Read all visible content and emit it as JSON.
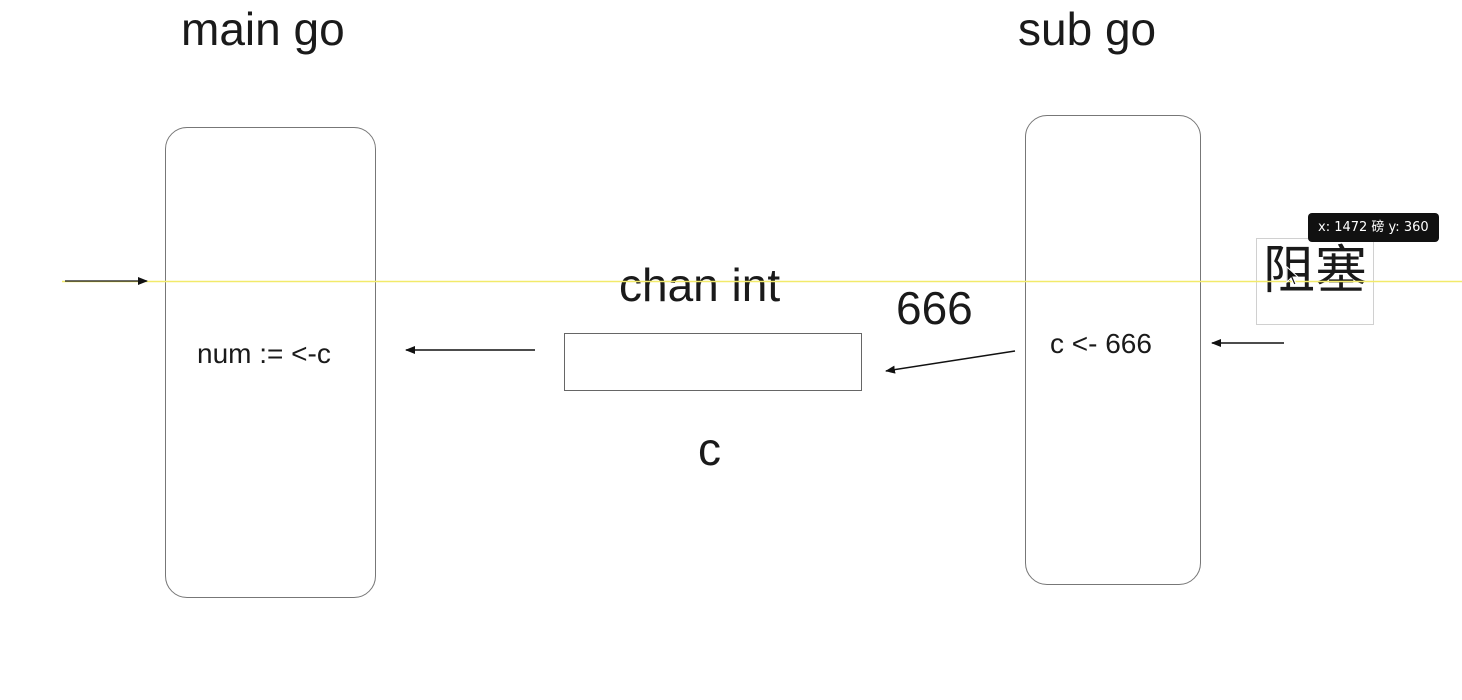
{
  "main_go": {
    "title": "main go",
    "code": "num := <-c"
  },
  "sub_go": {
    "title": "sub go",
    "code": "c <- 666"
  },
  "channel": {
    "type_label": "chan int",
    "name_label": "c"
  },
  "value_label": "666",
  "blocked_label": "阻塞",
  "coord_tooltip": "x: 1472 磅 y: 360",
  "colors": {
    "stroke": "#777777",
    "arrow": "#111111",
    "guide_line": "#f2ea6a",
    "tooltip_bg": "#111111"
  }
}
